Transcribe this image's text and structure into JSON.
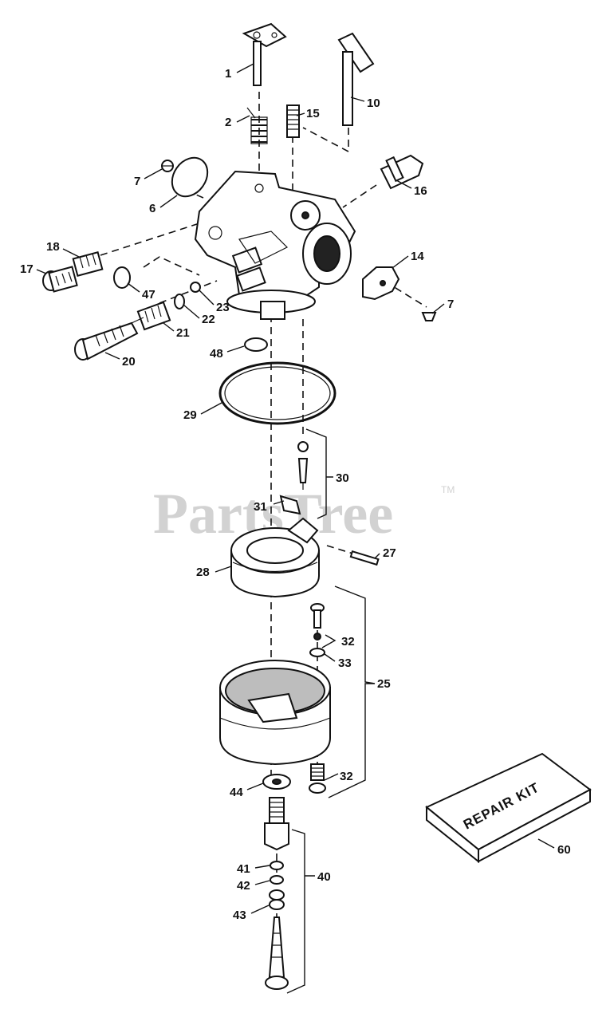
{
  "watermark": {
    "text": "PartsTree",
    "trademark": "TM"
  },
  "repair_kit_label": "REPAIR KIT",
  "callouts": {
    "c1": "1",
    "c2": "2",
    "c15": "15",
    "c10": "10",
    "c7a": "7",
    "c6": "6",
    "c16": "16",
    "c18": "18",
    "c17": "17",
    "c14": "14",
    "c47": "47",
    "c23": "23",
    "c22": "22",
    "c7b": "7",
    "c21": "21",
    "c20": "20",
    "c48": "48",
    "c29": "29",
    "c30": "30",
    "c31": "31",
    "c27": "27",
    "c28": "28",
    "c32a": "32",
    "c33": "33",
    "c25": "25",
    "c32b": "32",
    "c44": "44",
    "c60": "60",
    "c41": "41",
    "c40": "40",
    "c42": "42",
    "c43": "43"
  }
}
